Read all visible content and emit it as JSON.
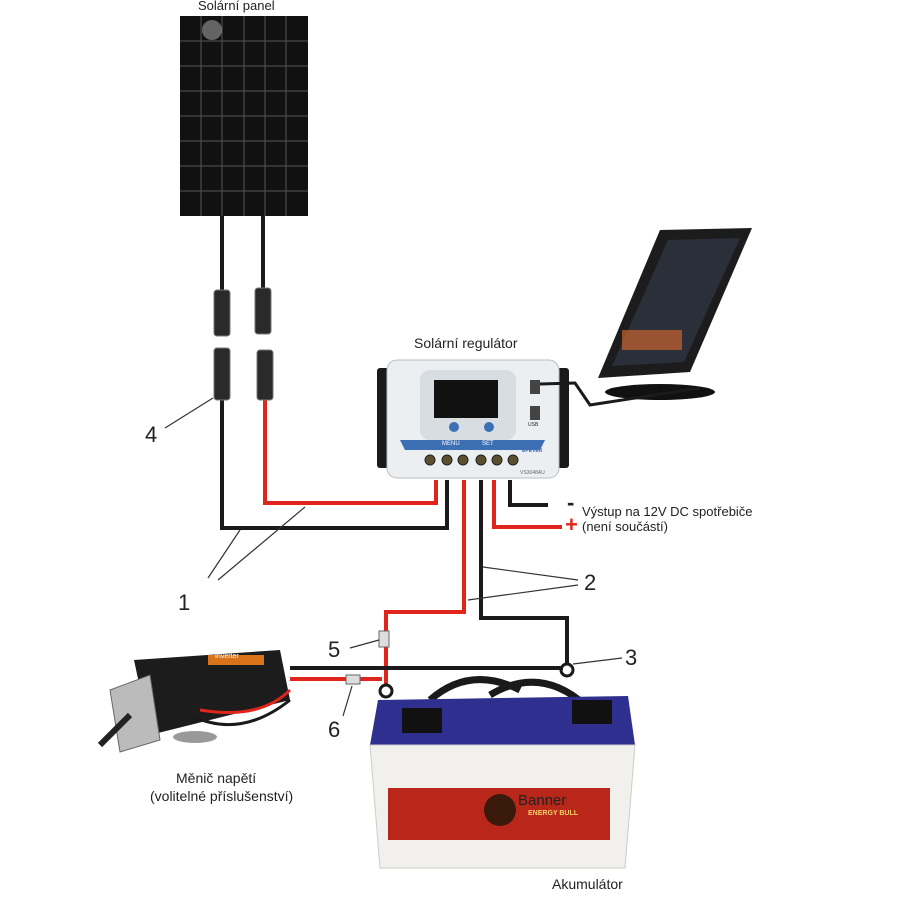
{
  "labels": {
    "solar_panel": "Solární panel",
    "regulator": "Solární regulátor",
    "load_output": "Výstup na 12V DC spotřebiče",
    "load_note": "(není součástí)",
    "minus": "-",
    "plus": "+",
    "inverter": "Měnič napětí",
    "inverter_note": "(volitelné příslušenství)",
    "battery": "Akumulátor"
  },
  "device_text": {
    "menu": "MENU",
    "set": "SET",
    "usb": "USB",
    "model": "VS3048AU",
    "brand": "EPEVER",
    "battery_brand": "Banner",
    "battery_line": "ENERGY BULL",
    "inverter_brand": "Inverter"
  },
  "callouts": [
    "1",
    "2",
    "3",
    "4",
    "5",
    "6"
  ],
  "colors": {
    "red_wire": "#e0261c",
    "black_wire": "#1a1a1a",
    "battery_top": "#2e2f8f",
    "battery_label": "#b8271a",
    "regulator_band": "#3d6fb4"
  }
}
